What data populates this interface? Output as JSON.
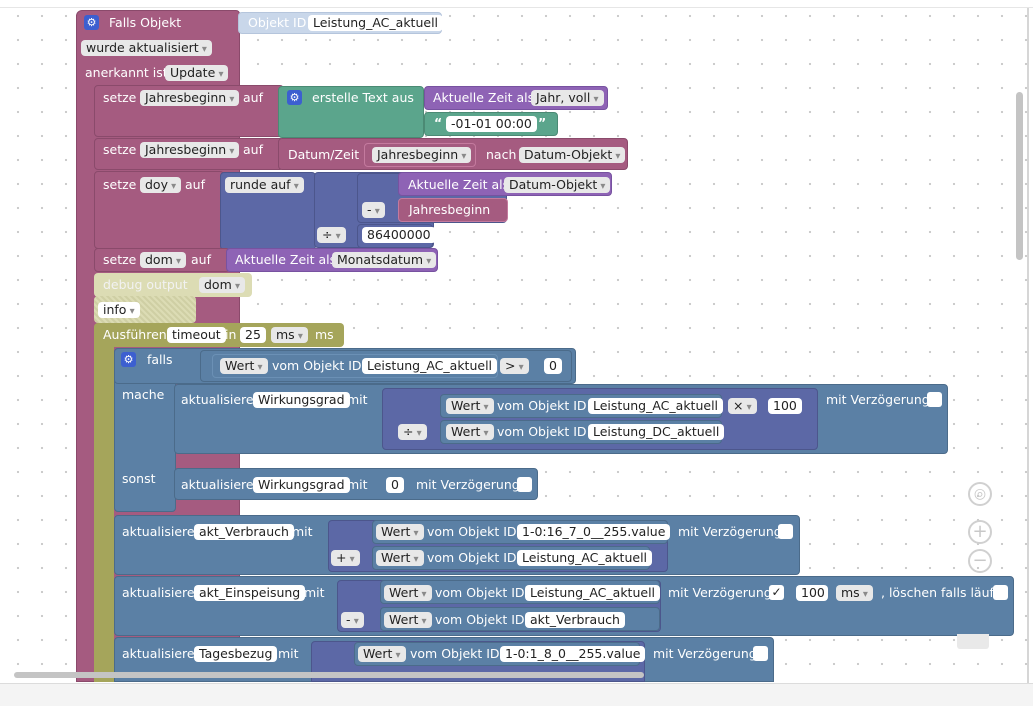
{
  "trigger": {
    "title": "Falls Objekt",
    "objekt_id_label": "Objekt ID",
    "objekt_id_value": "Leistung_AC_aktuell",
    "condition": "wurde aktualisiert",
    "anerkannt_label": "anerkannt ist",
    "anerkannt_value": "Update"
  },
  "labels": {
    "setze": "setze",
    "auf": "auf",
    "mit": "mit",
    "vom_objekt": "vom Objekt ID",
    "mit_verz": "mit Verzögerung",
    "aktualisiere": "aktualisiere",
    "wert": "Wert",
    "nach": "nach",
    "in": "in",
    "falls": "falls",
    "mache": "mache",
    "sonst": "sonst"
  },
  "row1": {
    "var": "Jahresbeginn",
    "create_text": "erstelle Text aus",
    "time_label": "Aktuelle Zeit als",
    "time_format": "Jahr, voll",
    "text_value": "-01-01 00:00",
    "quote_open": "“",
    "quote_close": "”"
  },
  "row2": {
    "var": "Jahresbeginn",
    "datetime": "Datum/Zeit",
    "var2": "Jahresbeginn",
    "target": "Datum-Objekt"
  },
  "row3": {
    "var": "doy",
    "round": "runde auf",
    "time_label": "Aktuelle Zeit als",
    "time_format": "Datum-Objekt",
    "minus": "-",
    "var2": "Jahresbeginn",
    "div": "÷",
    "number": "86400000"
  },
  "row4": {
    "var": "dom",
    "time_label": "Aktuelle Zeit als",
    "time_format": "Monatsdatum"
  },
  "debug": {
    "label": "debug output",
    "value": "dom",
    "level": "info"
  },
  "timeout": {
    "label": "Ausführen",
    "name": "timeout",
    "value": "25",
    "unit": "ms",
    "unit2": "ms"
  },
  "ifblock": {
    "cond_obj": "Leistung_AC_aktuell",
    "op": ">",
    "cmp": "0",
    "state": "Wirkungsgrad",
    "ac": "Leistung_AC_aktuell",
    "mul": "×",
    "factor": "100",
    "div": "÷",
    "dc": "Leistung_DC_aktuell",
    "else_state": "Wirkungsgrad",
    "else_val": "0"
  },
  "upd1": {
    "state": "akt_Verbrauch",
    "obj1": "1-0:16_7_0__255.value",
    "op": "+",
    "obj2": "Leistung_AC_aktuell"
  },
  "upd2": {
    "state": "akt_Einspeisung",
    "obj1": "Leistung_AC_aktuell",
    "check": "✓",
    "delay": "100",
    "unit": "ms",
    "clear": ", löschen falls läuft",
    "op": "-",
    "obj2": "akt_Verbrauch"
  },
  "upd3": {
    "state": "Tagesbezug",
    "obj1": "1-0:1_8_0__255.value"
  },
  "zoom": {
    "reset": "◎",
    "in": "+",
    "out": "−"
  },
  "colors": {
    "event": "#a55b80",
    "text": "#5ba58c",
    "time": "#8e63b5",
    "math": "#5c68a6",
    "update": "#5b80a5",
    "loop": "#a5a55b",
    "gear": "#3c5fd0"
  }
}
